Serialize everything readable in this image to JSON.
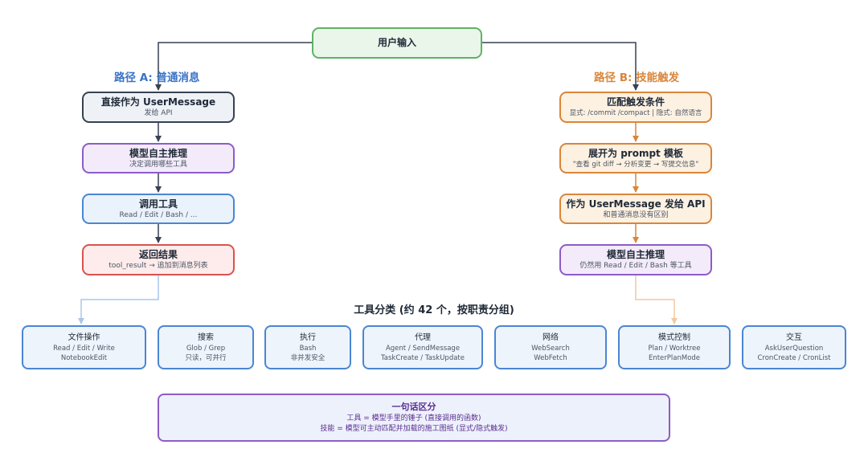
{
  "colors": {
    "dark": "#374151",
    "blue": "#4a86d4",
    "orange": "#d9863a",
    "purple": "#8d5cc7",
    "green": "#5fb265",
    "red": "#d9534f"
  },
  "user_input": {
    "label": "用户输入"
  },
  "path_a": {
    "heading": "路径 A: 普通消息",
    "steps": [
      {
        "title": "直接作为 UserMessage",
        "subtitle": "发给 API"
      },
      {
        "title": "模型自主推理",
        "subtitle": "决定调用哪些工具"
      },
      {
        "title": "调用工具",
        "subtitle": "Read / Edit / Bash / ..."
      },
      {
        "title": "返回结果",
        "subtitle": "tool_result → 追加到消息列表"
      }
    ]
  },
  "path_b": {
    "heading": "路径 B: 技能触发",
    "steps": [
      {
        "title": "匹配触发条件",
        "subtitle": "显式: /commit /compact | 隐式: 自然语言"
      },
      {
        "title": "展开为 prompt 模板",
        "subtitle": "\"查看 git diff → 分析变更 → 写提交信息\""
      },
      {
        "title": "作为 UserMessage 发给 API",
        "subtitle": "和普通消息没有区别"
      },
      {
        "title": "模型自主推理",
        "subtitle": "仍然用 Read / Edit / Bash 等工具"
      }
    ]
  },
  "tools": {
    "heading": "工具分类 (约 42 个，按职责分组)",
    "categories": [
      {
        "name": "文件操作",
        "line1": "Read / Edit / Write",
        "line2": "NotebookEdit"
      },
      {
        "name": "搜索",
        "line1": "Glob / Grep",
        "line2": "只读，可并行"
      },
      {
        "name": "执行",
        "line1": "Bash",
        "line2": "非并发安全"
      },
      {
        "name": "代理",
        "line1": "Agent / SendMessage",
        "line2": "TaskCreate / TaskUpdate"
      },
      {
        "name": "网络",
        "line1": "WebSearch",
        "line2": "WebFetch"
      },
      {
        "name": "模式控制",
        "line1": "Plan / Worktree",
        "line2": "EnterPlanMode"
      },
      {
        "name": "交互",
        "line1": "AskUserQuestion",
        "line2": "CronCreate / CronList"
      }
    ]
  },
  "summary": {
    "title": "一句话区分",
    "line1": "工具 = 模型手里的锤子 (直接调用的函数)",
    "line2": "技能 = 模型可主动匹配并加载的施工图纸 (显式/隐式触发)"
  }
}
